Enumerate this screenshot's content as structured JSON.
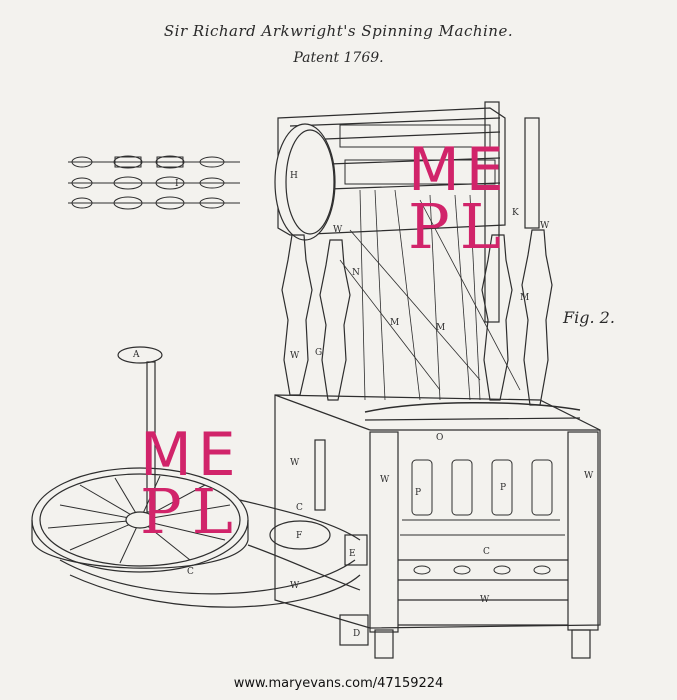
{
  "title_line1": "Sir Richard Arkwright's Spinning Machine.",
  "title_line2": "Patent 1769.",
  "figure_label": "Fig. 2.",
  "watermark": {
    "top": "ME",
    "bottom": "PL",
    "color": "#d1246a"
  },
  "footer_url": "www.maryevans.com/47159224",
  "letters": {
    "A": "A",
    "C": "C",
    "D": "D",
    "E": "E",
    "F": "F",
    "G": "G",
    "H": "H",
    "I": "I",
    "K": "K",
    "M": "M",
    "N": "N",
    "O": "O",
    "P": "P",
    "W": "W"
  }
}
